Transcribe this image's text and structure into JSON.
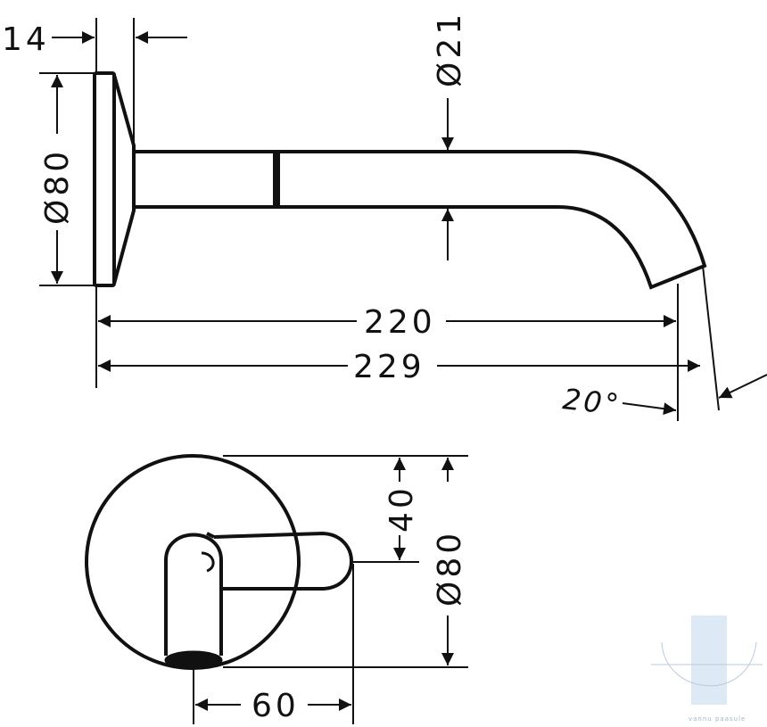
{
  "side_view": {
    "dims": {
      "flange_thickness": "14",
      "flange_diameter": "Ø80",
      "spout_diameter": "Ø21",
      "projection": "220",
      "total_length": "229",
      "outlet_angle": "20°"
    }
  },
  "front_view": {
    "dims": {
      "lever_height": "40",
      "rosette_diameter": "Ø80",
      "lever_length": "60"
    }
  },
  "watermark": {
    "text": "vannu paasule"
  },
  "colors": {
    "line": "#111111",
    "watermark": "#9fb6cc"
  }
}
